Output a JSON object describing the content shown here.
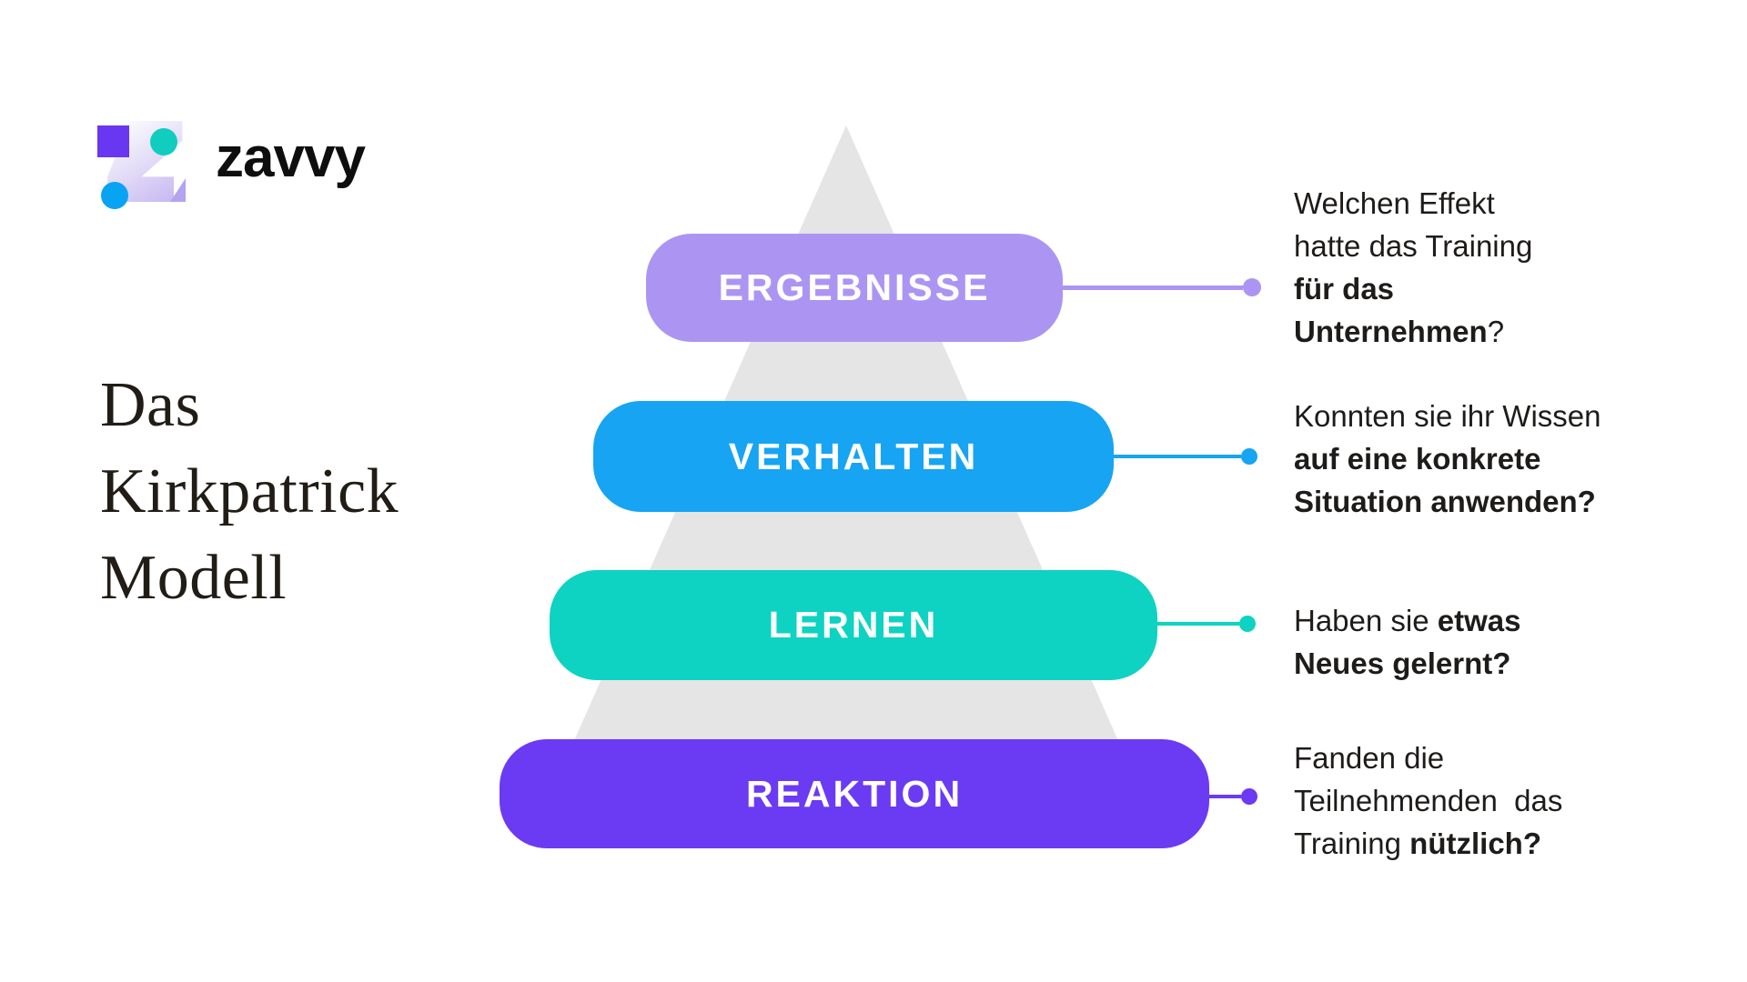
{
  "logo": {
    "wordmark": "zavvy"
  },
  "title": {
    "lines": [
      "Das",
      "Kirkpatrick",
      "Modell"
    ]
  },
  "pyramid": {
    "background_triangle_color": "#E5E5E6",
    "levels": [
      {
        "label": "ERGEBNISSE",
        "color": "#AC95F2"
      },
      {
        "label": "VERHALTEN",
        "color": "#16A4F3"
      },
      {
        "label": "LERNEN",
        "color": "#0ED2C2"
      },
      {
        "label": "REAKTION",
        "color": "#6B3AF3"
      }
    ]
  },
  "annotations": [
    {
      "lines": [
        [
          {
            "t": "Welchen Effekt",
            "b": false
          }
        ],
        [
          {
            "t": "hatte das Training",
            "b": false
          }
        ],
        [
          {
            "t": "für das",
            "b": true
          }
        ],
        [
          {
            "t": "Unternehmen",
            "b": true
          },
          {
            "t": "?",
            "b": false
          }
        ]
      ]
    },
    {
      "lines": [
        [
          {
            "t": "Konnten sie ihr Wissen",
            "b": false
          }
        ],
        [
          {
            "t": "auf eine konkrete",
            "b": true
          }
        ],
        [
          {
            "t": "Situation anwenden?",
            "b": true
          }
        ]
      ]
    },
    {
      "lines": [
        [
          {
            "t": "Haben sie ",
            "b": false
          },
          {
            "t": "etwas",
            "b": true
          }
        ],
        [
          {
            "t": "Neues gelernt?",
            "b": true
          }
        ]
      ]
    },
    {
      "lines": [
        [
          {
            "t": "Fanden die",
            "b": false
          }
        ],
        [
          {
            "t": "Teilnehmenden  das",
            "b": false
          }
        ],
        [
          {
            "t": "Training ",
            "b": false
          },
          {
            "t": "nützlich?",
            "b": true
          }
        ]
      ]
    }
  ],
  "text_color": "#1E1C1A"
}
